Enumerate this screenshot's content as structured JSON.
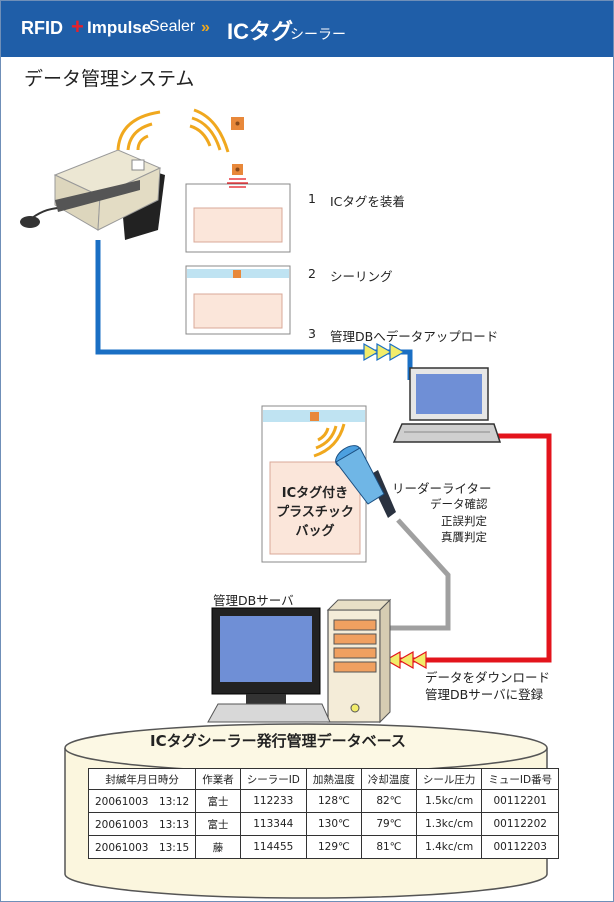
{
  "header": {
    "rfid": "RFID",
    "plus": "+",
    "impulse": "Impulse",
    "sealer": "Sealer",
    "arrows": "»",
    "ic": "ICタグ",
    "ic_sub": "シーラー"
  },
  "title": "データ管理システム",
  "steps": {
    "step1_num": "1",
    "step1": "ICタグを装着",
    "step2_num": "2",
    "step2": "シーリング",
    "step3_num": "3",
    "step3": "管理DBへデータアップロード"
  },
  "bag": {
    "line1": "ICタグ付き",
    "line2": "プラスチック",
    "line3": "バッグ"
  },
  "reader": {
    "title": "リーダーライター",
    "f1": "データ確認",
    "f2": "正誤判定",
    "f3": "真贋判定"
  },
  "server": {
    "label": "管理DBサーバ",
    "download": "データをダウンロード",
    "register": "管理DBサーバに登録"
  },
  "database": {
    "title": "ICタグシーラー発行管理データベース",
    "columns": [
      "封緘年月日時分",
      "作業者",
      "シーラーID",
      "加熱温度",
      "冷却温度",
      "シール圧力",
      "ミューID番号"
    ],
    "rows": [
      [
        "20061003　13:12",
        "富士",
        "112233",
        "128℃",
        "82℃",
        "1.5kc/cm",
        "00112201"
      ],
      [
        "20061003　13:13",
        "富士",
        "113344",
        "130℃",
        "79℃",
        "1.3kc/cm",
        "00112202"
      ],
      [
        "20061003　13:15",
        "藤",
        "114455",
        "129℃",
        "81℃",
        "1.4kc/cm",
        "00112203"
      ]
    ]
  },
  "colors": {
    "header_bg": "#1f5ea8",
    "upload_line": "#1a6fc4",
    "download_line": "#e3141c",
    "reader_line": "#a0a0a0",
    "tag": "#e8883a",
    "bag_inner": "#fbe6da",
    "bag_stripe": "#bfe3f2"
  }
}
